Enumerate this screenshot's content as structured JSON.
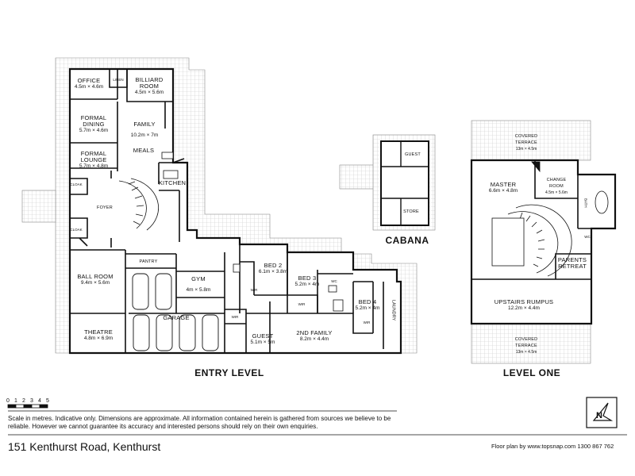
{
  "sections": {
    "entry": "ENTRY LEVEL",
    "cabana": "CABANA",
    "level_one": "LEVEL ONE"
  },
  "rooms": {
    "office": {
      "name": "OFFICE",
      "dims": "4.5m × 4.6m"
    },
    "linen": {
      "name": "LINEN"
    },
    "billiard": {
      "name": "BILLIARD",
      "name2": "ROOM",
      "dims": "4.5m × 5.6m"
    },
    "formal_dining": {
      "name": "FORMAL",
      "name2": "DINING",
      "dims": "5.7m × 4.6m"
    },
    "family": {
      "name": "FAMILY",
      "dims": "10.2m × 7m"
    },
    "meals": {
      "name": "MEALS"
    },
    "formal_lounge": {
      "name": "FORMAL",
      "name2": "LOUNGE",
      "dims": "5.7m × 4.8m"
    },
    "kitchen": {
      "name": "KITCHEN"
    },
    "cloak1": {
      "name": "CLOAK"
    },
    "cloak2": {
      "name": "CLOAK"
    },
    "foyer": {
      "name": "FOYER"
    },
    "ball_room": {
      "name": "BALL ROOM",
      "dims": "9.4m × 5.6m"
    },
    "pantry": {
      "name": "PANTRY"
    },
    "gym": {
      "name": "GYM",
      "dims": "4m × 5.8m"
    },
    "garage": {
      "name": "GARAGE"
    },
    "theatre": {
      "name": "THEATRE",
      "dims": "4.8m × 6.9m"
    },
    "bed2": {
      "name": "BED 2",
      "dims": "6.1m × 3.8m"
    },
    "bed3": {
      "name": "BED 3",
      "dims": "5.2m × 4m"
    },
    "bed4": {
      "name": "BED 4",
      "dims": "5.2m × 4m"
    },
    "guest": {
      "name": "GUEST",
      "dims": "5.1m × 5m"
    },
    "second_family": {
      "name": "2ND FAMILY",
      "dims": "8.2m × 4.4m"
    },
    "laundry": {
      "name": "LAUNDRY"
    },
    "wir1": {
      "name": "WIR"
    },
    "wir2": {
      "name": "WIR"
    },
    "wir3": {
      "name": "WIR"
    },
    "wir4": {
      "name": "WIR"
    },
    "wc1": {
      "name": "WC"
    },
    "cabana_guest": {
      "name": "GUEST"
    },
    "cabana_store": {
      "name": "STORE"
    },
    "covered_terrace_top": {
      "name": "COVERED",
      "name2": "TERRACE",
      "dims": "13m × 4.5m"
    },
    "master": {
      "name": "MASTER",
      "dims": "6.6m × 4.8m"
    },
    "change_room": {
      "name": "CHANGE",
      "name2": "ROOM",
      "dims": "4.5m × 5.6m"
    },
    "bath": {
      "name": "BATH"
    },
    "wc2": {
      "name": "WC"
    },
    "parents_retreat": {
      "name": "PARENTS",
      "name2": "RETREAT"
    },
    "upstairs_rumpus": {
      "name": "UPSTAIRS RUMPUS",
      "dims": "12.2m × 4.4m"
    },
    "covered_terrace_bottom": {
      "name": "COVERED",
      "name2": "TERRACE",
      "dims": "13m × 4.5m"
    }
  },
  "scale": {
    "ticks": [
      "0",
      "1",
      "2",
      "3",
      "4",
      "5"
    ]
  },
  "disclaimer": "Scale in metres. Indicative only. Dimensions  are approximate. All information contained herein is gathered from sources we believe to be  reliable. However we cannot guarantee its accuracy and interested persons should  rely on their own enquiries.",
  "address": "151 Kenthurst Road,  Kenthurst",
  "credit": "Floor plan by www.topsnap.com 1300 867 762",
  "compass_letter": "N"
}
